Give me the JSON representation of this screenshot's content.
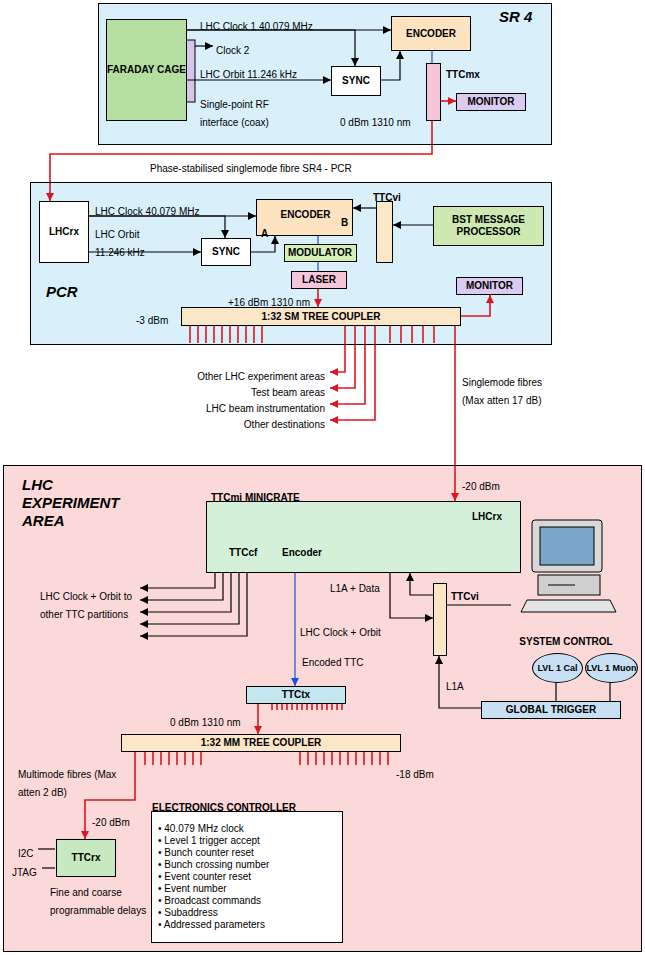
{
  "diagram": {
    "nodes": [
      {
        "text": [
          "SR 4"
        ]
      },
      {
        "text": [
          "FARADAY CAGE"
        ],
        "in": 0
      },
      {
        "text": [
          "ENCODER"
        ],
        "in": 0
      },
      {
        "text": [
          "SYNC"
        ],
        "in": 0
      },
      {
        "text": [
          "TTCmx"
        ],
        "in": 0
      },
      {
        "text": [
          "MONITOR"
        ],
        "in": 0
      },
      {
        "text": [
          "PCR"
        ]
      },
      {
        "text": [
          "LHCrx"
        ],
        "in": 6
      },
      {
        "text": [
          "SYNC"
        ],
        "in": 6
      },
      {
        "text": [
          "ENCODER",
          "A",
          "B"
        ],
        "in": 6
      },
      {
        "text": [
          "MODULATOR"
        ],
        "in": 6
      },
      {
        "text": [
          "LASER"
        ],
        "in": 6
      },
      {
        "text": [
          "TTCvi"
        ],
        "in": 6
      },
      {
        "text": [
          "BST MESSAGE PROCESSOR"
        ],
        "in": 6
      },
      {
        "text": [
          "MONITOR"
        ],
        "in": 6
      },
      {
        "text": [
          "1:32 SM TREE COUPLER"
        ],
        "in": 6
      },
      {
        "text": [
          "LHC EXPERIMENT AREA"
        ]
      },
      {
        "text": [
          "TTCmi MINICRATE",
          "LHCrx",
          "TTCcf",
          "Encoder"
        ],
        "in": 16
      },
      {
        "text": [
          "TTCvi"
        ],
        "in": 16
      },
      {
        "text": [
          "SYSTEM CONTROL"
        ],
        "in": 16
      },
      {
        "text": [
          "LVL 1 Cal"
        ],
        "in": 16
      },
      {
        "text": [
          "LVL 1 Muon"
        ],
        "in": 16
      },
      {
        "text": [
          "GLOBAL TRIGGER"
        ],
        "in": 16
      },
      {
        "text": [
          "TTCtx"
        ],
        "in": 16
      },
      {
        "text": [
          "1:32 MM TREE COUPLER"
        ],
        "in": 16
      },
      {
        "text": [
          "ELECTRONICS CONTROLLER",
          "• 40.079 MHz clock",
          "• Level 1 trigger accept",
          "• Bunch counter reset",
          "• Bunch crossing number",
          "• Event counter reset",
          "• Event number",
          "• Broadcast commands",
          "• Subaddress",
          "• Addressed parameters"
        ],
        "in": 16
      },
      {
        "text": [
          "TTCrx"
        ],
        "in": 16
      }
    ],
    "edges": [
      {
        "from": 1,
        "to": 2,
        "arrow": "to",
        "label": "LHC Clock 1 40.079 MHz"
      },
      {
        "from": 1,
        "to": 3,
        "arrow": "to"
      },
      {
        "from": 1,
        "to": 3,
        "arrow": "to",
        "label": "LHC Orbit 11.246 kHz"
      },
      {
        "from": 3,
        "to": 2,
        "arrow": "to"
      },
      {
        "from": 2,
        "to": 4,
        "arrow": "none"
      },
      {
        "from": 4,
        "to": 5,
        "arrow": "to"
      },
      {
        "from": 4,
        "to": 7,
        "arrow": "to",
        "label": "Phase-stabilised singlemode fibre SR4 - PCR"
      },
      {
        "from": 7,
        "to": 9,
        "arrow": "to",
        "label": "LHC Clock 40.079 MHz"
      },
      {
        "from": 7,
        "to": 8,
        "arrow": "to"
      },
      {
        "from": 7,
        "to": 8,
        "arrow": "to",
        "label": "LHC Orbit 11.246 kHz"
      },
      {
        "from": 8,
        "to": 9,
        "arrow": "to"
      },
      {
        "from": 13,
        "to": 12,
        "arrow": "to"
      },
      {
        "from": 12,
        "to": 9,
        "arrow": "to"
      },
      {
        "from": 9,
        "to": 10,
        "arrow": "none"
      },
      {
        "from": 10,
        "to": 11,
        "arrow": "none"
      },
      {
        "from": 11,
        "to": 15,
        "arrow": "to"
      },
      {
        "from": 15,
        "to": 14,
        "arrow": "to"
      },
      {
        "from": 15,
        "to": 17,
        "arrow": "to",
        "label": "Singlemode fibres (Max atten 17 dB)"
      },
      {
        "from": 17,
        "to": 23,
        "arrow": "to",
        "label": "Encoded TTC"
      },
      {
        "from": 17,
        "to": 18,
        "arrow": "to",
        "label": "LHC Clock + Orbit"
      },
      {
        "from": 18,
        "to": 17,
        "arrow": "to",
        "label": "L1A + Data"
      },
      {
        "from": 19,
        "to": 18,
        "arrow": "none"
      },
      {
        "from": 20,
        "to": 22,
        "arrow": "none"
      },
      {
        "from": 21,
        "to": 22,
        "arrow": "none"
      },
      {
        "from": 22,
        "to": 18,
        "arrow": "to",
        "label": "L1A"
      },
      {
        "from": 23,
        "to": 24,
        "arrow": "to"
      },
      {
        "from": 24,
        "to": 26,
        "arrow": "to",
        "label": "Multimode fibres (Max atten 2 dB)"
      }
    ],
    "labels": [
      "Clock 2",
      "Single-point RF interface (coax)",
      "0 dBm 1310 nm",
      "+16 dBm 1310 nm",
      "-3 dBm",
      "Other LHC experiment areas",
      "Test beam areas",
      "LHC beam instrumentation",
      "Other destinations",
      "-20 dBm",
      "LHC Clock + Orbit to other TTC partitions",
      "0 dBm 1310 nm",
      "-18 dBm",
      "-20 dBm",
      "I2C",
      "JTAG",
      "Fine and coarse programmable delays"
    ]
  }
}
